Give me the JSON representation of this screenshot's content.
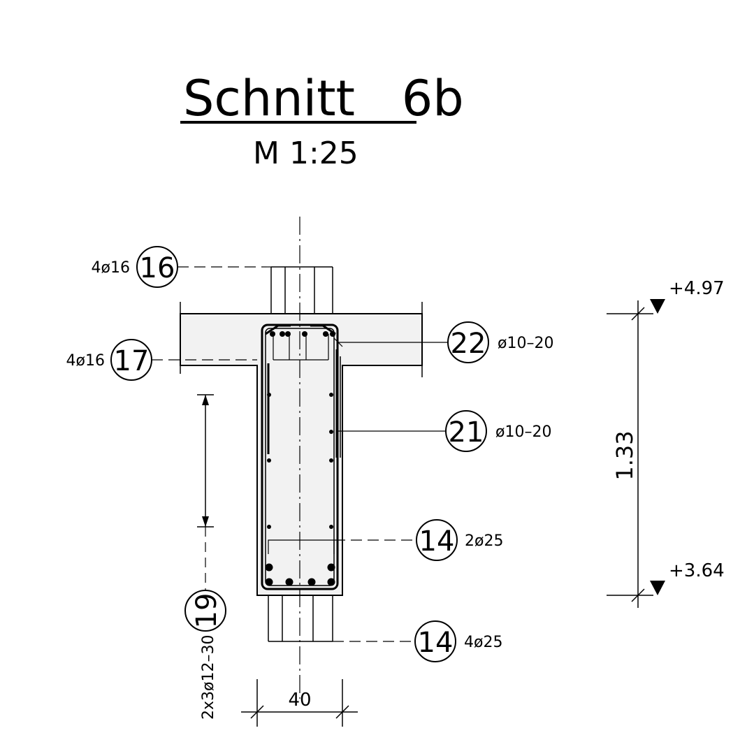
{
  "title": "Schnitt   6b",
  "scale": "M 1:25",
  "callouts": [
    {
      "number": "16",
      "spec": "4ø16"
    },
    {
      "number": "17",
      "spec": "4ø16"
    },
    {
      "number": "22",
      "spec": "ø10–20"
    },
    {
      "number": "21",
      "spec": "ø10–20"
    },
    {
      "number": "14",
      "spec": "2ø25"
    },
    {
      "number": "14",
      "spec": "4ø25"
    },
    {
      "number": "19",
      "spec": "2x3ø12–30"
    }
  ],
  "levels": {
    "top": "+4.97",
    "bottom": "+3.64"
  },
  "dimensions": {
    "height": "1.33",
    "width": "40"
  },
  "colors": {
    "line": "#000000",
    "concrete_fill": "#f2f2f2",
    "background": "#ffffff"
  }
}
